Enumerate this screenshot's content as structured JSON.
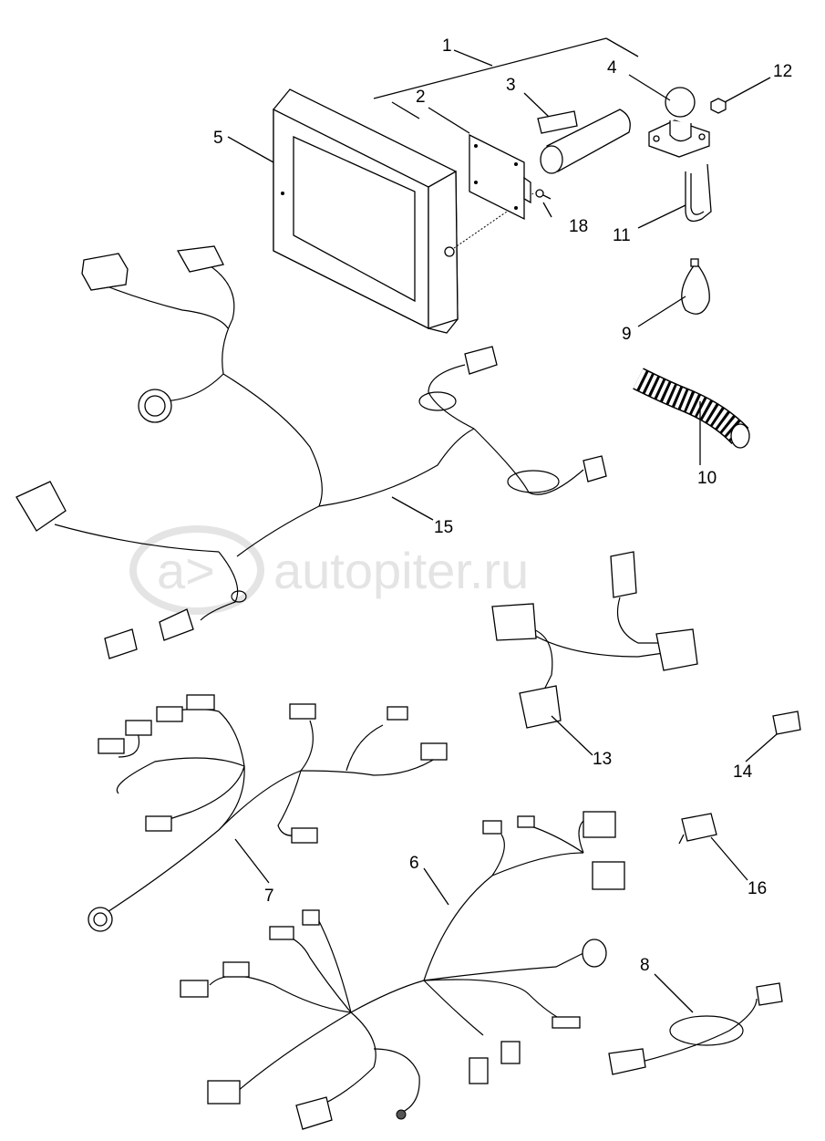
{
  "watermark": {
    "logo_text": "a>",
    "site": "autopiter.ru"
  },
  "callouts": [
    {
      "id": "c1",
      "label": "1"
    },
    {
      "id": "c2",
      "label": "2"
    },
    {
      "id": "c3",
      "label": "3"
    },
    {
      "id": "c4",
      "label": "4"
    },
    {
      "id": "c5",
      "label": "5"
    },
    {
      "id": "c6",
      "label": "6"
    },
    {
      "id": "c7",
      "label": "7"
    },
    {
      "id": "c8",
      "label": "8"
    },
    {
      "id": "c9",
      "label": "9"
    },
    {
      "id": "c10",
      "label": "10"
    },
    {
      "id": "c11",
      "label": "11"
    },
    {
      "id": "c12",
      "label": "12"
    },
    {
      "id": "c13",
      "label": "13"
    },
    {
      "id": "c14",
      "label": "14"
    },
    {
      "id": "c15",
      "label": "15"
    },
    {
      "id": "c16",
      "label": "16"
    },
    {
      "id": "c18",
      "label": "18"
    }
  ]
}
